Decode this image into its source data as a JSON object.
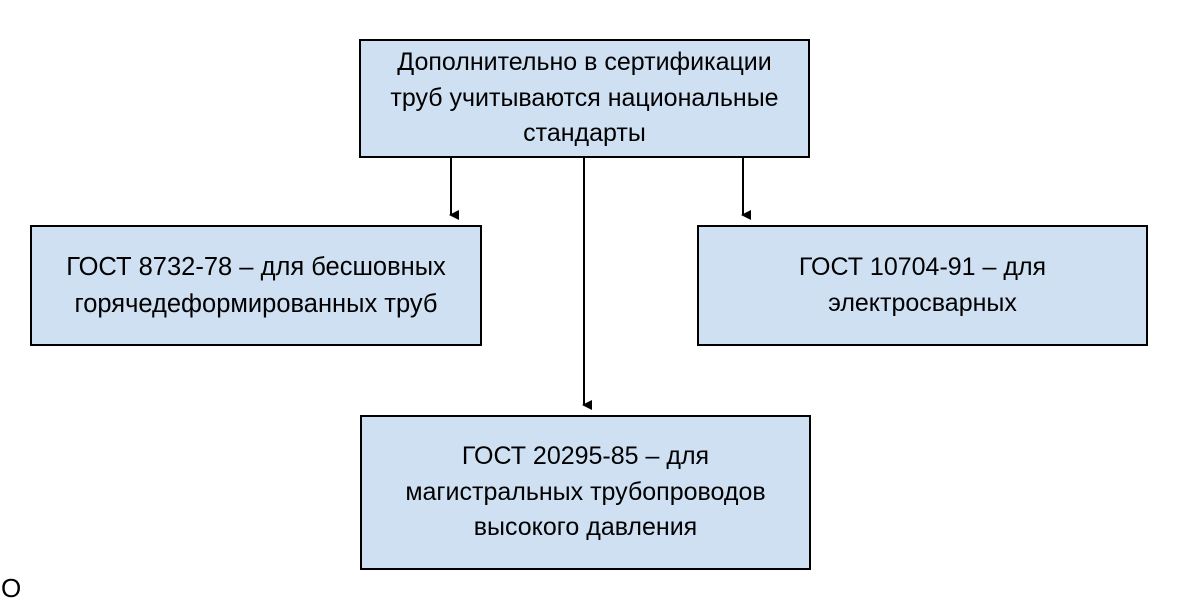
{
  "nodes": {
    "top": "Дополнительно в сертификации труб учитываются национальные стандарты",
    "left": "ГОСТ 8732-78 – для бесшовных горячедеформированных труб",
    "right": "ГОСТ 10704-91 – для электросварных",
    "bottom": "ГОСТ 20295-85 – для магистральных трубопроводов высокого давления"
  },
  "bottom_text": "О",
  "colors": {
    "node_fill": "#cfe0f3",
    "border": "#000000"
  }
}
